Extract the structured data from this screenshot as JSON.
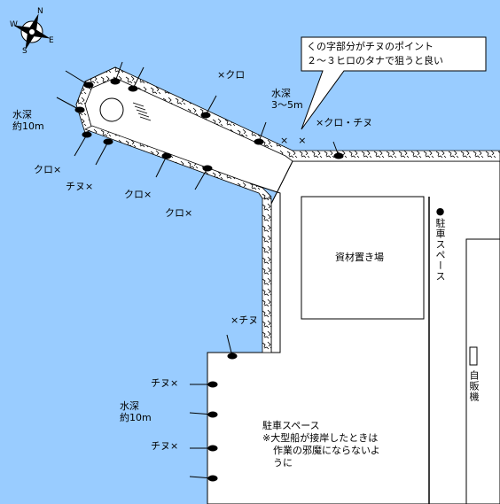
{
  "colors": {
    "sea": "#99ccff",
    "land": "#ffffff",
    "outline": "#000000",
    "tetrapod": "#ffffff"
  },
  "compass": {
    "icon": "compass-rose-icon",
    "north": "N",
    "east": "E",
    "south": "S",
    "west": "W"
  },
  "callout": {
    "line1": "くの字部分がチヌのポイント",
    "line2": "２～３ヒロのタナで狙うと良い"
  },
  "labels": {
    "depth_left_1": "水深",
    "depth_left_2": "約10m",
    "depth_mid_1": "水深",
    "depth_mid_2": "3～5m",
    "kuro_top": "×クロ",
    "x_marks": "×　×",
    "kuro_chinu": "×クロ・チヌ",
    "kuro_1": "クロ×",
    "chinu_1": "チヌ×",
    "kuro_2": "クロ×",
    "kuro_3": "クロ×",
    "chinu_pier": "×チヌ",
    "chinu_2": "チヌ×",
    "depth_low_1": "水深",
    "depth_low_2": "約10m",
    "chinu_3": "チヌ×",
    "material_yard": "資材置き場",
    "parking_vertical": "●駐車スペース",
    "vending": "自販機",
    "parking_bottom": "駐車スペース",
    "note_1": "※大型船が接岸したときは",
    "note_2": "作業の邪魔にならないよ",
    "note_3": "うに"
  }
}
